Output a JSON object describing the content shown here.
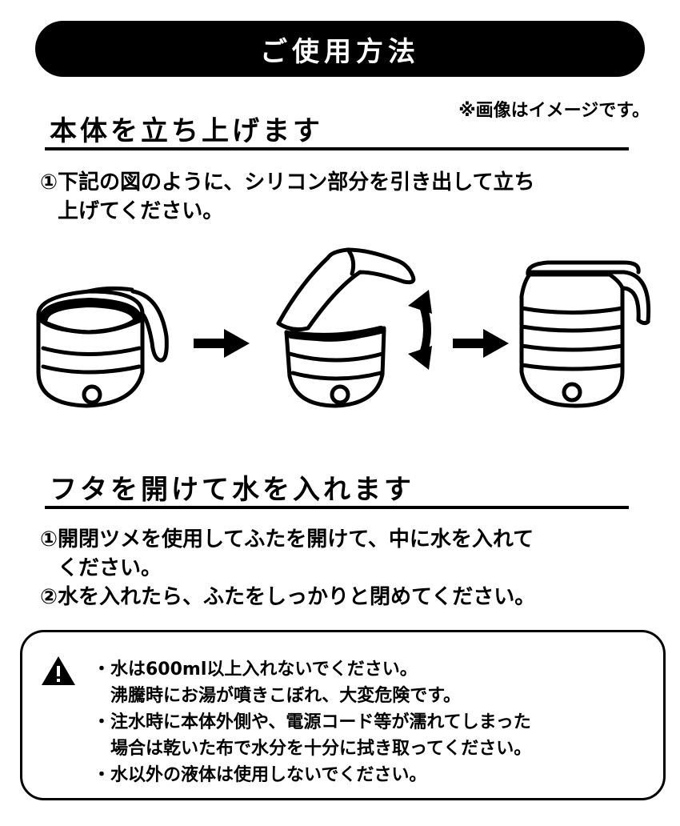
{
  "title": "ご使用方法",
  "image_note": "※画像はイメージです。",
  "section1": {
    "heading": "本体を立ち上げます",
    "steps": [
      {
        "line1": "①下記の図のように、シリコン部分を引き出して立ち",
        "line2": "上げてください。"
      }
    ]
  },
  "section2": {
    "heading": "フタを開けて水を入れます",
    "steps": [
      {
        "line1": "①開閉ツメを使用してふたを開けて、中に水を入れて",
        "line2": "ください。"
      },
      {
        "line1": "②水を入れたら、ふたをしっかりと閉めてください。",
        "line2": ""
      }
    ]
  },
  "warning": {
    "items": [
      {
        "line1": "・水は600ml以上入れないでください。",
        "line2": "沸騰時にお湯が噴きこぼれ、大変危険です。"
      },
      {
        "line1": "・注水時に本体外側や、電源コード等が濡れてしまった",
        "line2": "場合は乾いた布で水分を十分に拭き取ってください。"
      },
      {
        "line1": "・水以外の液体は使用しないでください。",
        "line2": ""
      }
    ]
  }
}
